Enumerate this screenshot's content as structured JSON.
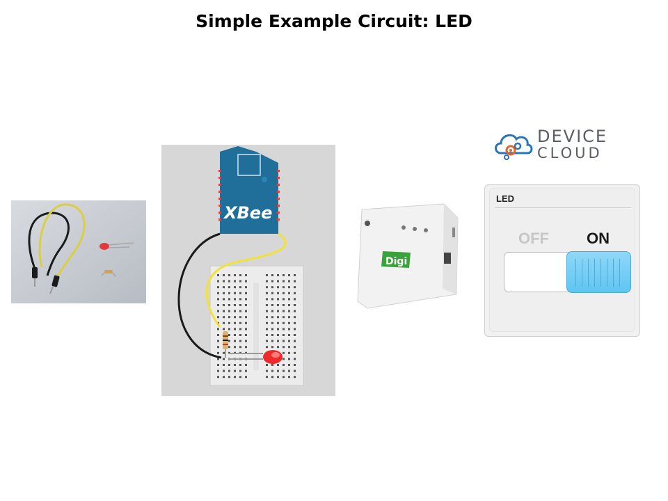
{
  "slide": {
    "title": "Simple Example Circuit: LED"
  },
  "images": {
    "parts": "photo-of-jumper-wires-led-and-resistor",
    "breadboard": "xbee-module-breadboard-circuit-with-led",
    "gateway": "digi-gateway-device"
  },
  "breadboard": {
    "module_label": "XBee"
  },
  "gateway": {
    "brand_label": "Digi"
  },
  "device_cloud": {
    "logo_line1": "DEVICE",
    "logo_line2": "CLOUD",
    "panel_label": "LED",
    "off_label": "OFF",
    "on_label": "ON",
    "state": "on"
  },
  "colors": {
    "xbee_blue": "#1f6f9a",
    "led_red": "#ee2b2b",
    "switch_blue": "#69c9f4",
    "wire_yellow": "#f1e23a"
  }
}
